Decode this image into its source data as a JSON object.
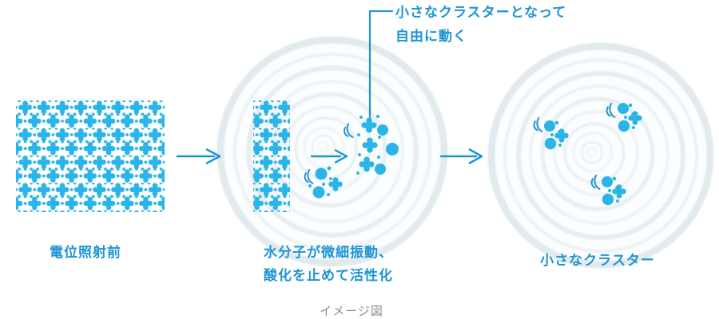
{
  "colors": {
    "molecule_cyan": "#2ab4e7",
    "accent_blue": "#1d95d4",
    "caption_gray": "#8a9096"
  },
  "stages": [
    {
      "label": "電位照射前"
    },
    {
      "label_line1": "水分子が微細振動、",
      "label_line2": "酸化を止めて活性化"
    },
    {
      "label": "小さなクラスター"
    }
  ],
  "annotation": {
    "line1": "小さなクラスターとなって",
    "line2": "自由に動く"
  },
  "caption": "イメージ図"
}
